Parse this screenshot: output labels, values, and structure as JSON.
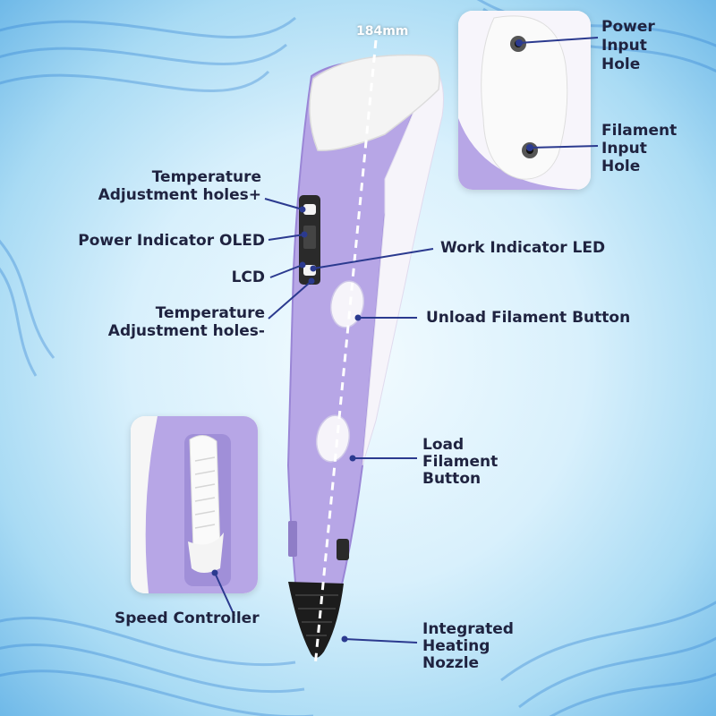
{
  "dimension_label": "184mm",
  "labels": {
    "power_input_hole": [
      "Power",
      "Input",
      "Hole"
    ],
    "filament_input_hole": [
      "Filament",
      "Input",
      "Hole"
    ],
    "temp_plus": [
      "Temperature",
      "Adjustment holes+"
    ],
    "power_indicator": "Power Indicator OLED",
    "lcd": "LCD",
    "temp_minus": [
      "Temperature",
      "Adjustment holes-"
    ],
    "work_indicator": "Work Indicator LED",
    "unload_button": "Unload Filament Button",
    "load_button": [
      "Load",
      "Filament",
      "Button"
    ],
    "speed_controller": "Speed Controller",
    "nozzle": [
      "Integrated",
      "Heating",
      "Nozzle"
    ]
  },
  "colors": {
    "text": "#1f2340",
    "leader": "#2b3a8f",
    "pen_body": "#b7a6e6",
    "pen_cap": "#f4f4f4",
    "nozzle": "#1c1c1c"
  }
}
